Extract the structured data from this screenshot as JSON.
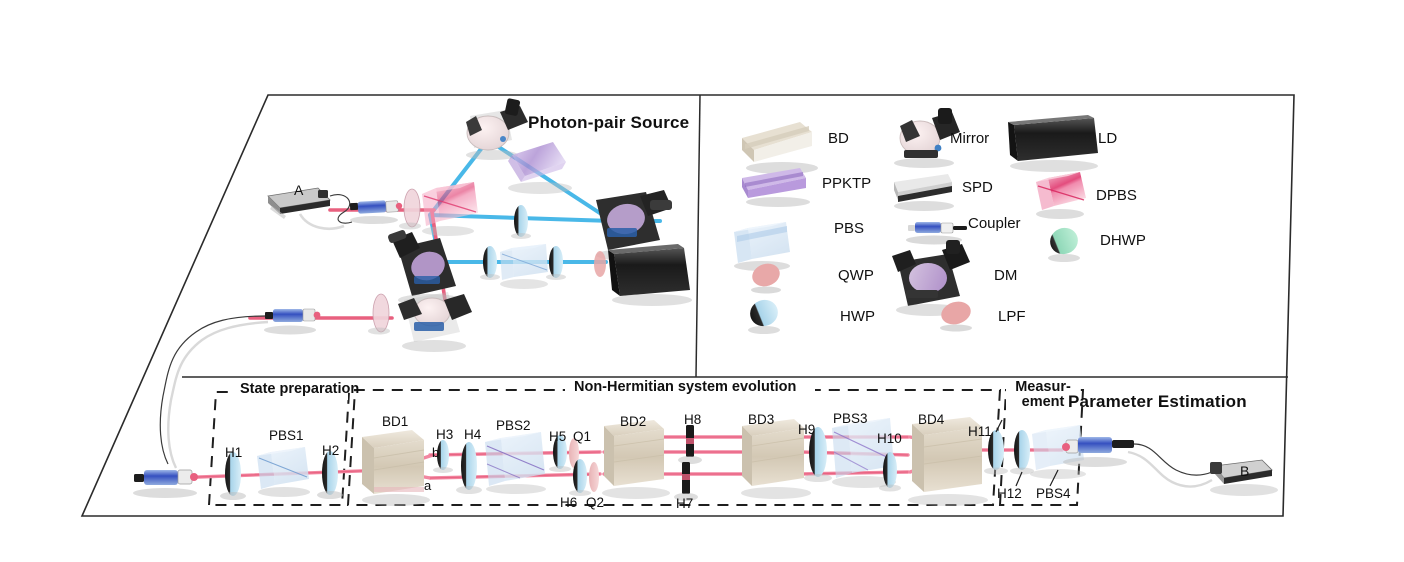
{
  "figure": {
    "kind": "optical-experiment-schematic",
    "panels": {
      "photon_source_title": "Photon-pair Source",
      "parameter_estimation_title": "Parameter Estimation"
    }
  },
  "legend": {
    "items": [
      {
        "label": "BD",
        "icon": "beam-displacer-icon"
      },
      {
        "label": "Mirror",
        "icon": "mirror-mount-icon"
      },
      {
        "label": "LD",
        "icon": "laser-diode-icon"
      },
      {
        "label": "PPKTP",
        "icon": "ppktp-crystal-icon"
      },
      {
        "label": "SPD",
        "icon": "single-photon-detector-icon"
      },
      {
        "label": "DPBS",
        "icon": "dual-pbs-icon"
      },
      {
        "label": "PBS",
        "icon": "pbs-cube-icon"
      },
      {
        "label": "Coupler",
        "icon": "fiber-coupler-icon"
      },
      {
        "label": "DHWP",
        "icon": "dual-half-wave-plate-icon"
      },
      {
        "label": "QWP",
        "icon": "quarter-wave-plate-icon"
      },
      {
        "label": "DM",
        "icon": "dichroic-mirror-icon"
      },
      {
        "label": "HWP",
        "icon": "half-wave-plate-icon"
      },
      {
        "label": "LPF",
        "icon": "long-pass-filter-icon"
      }
    ]
  },
  "source_panel": {
    "device_a": "A"
  },
  "bottom_panel": {
    "sections": [
      {
        "id": "state-preparation",
        "label": "State preparation"
      },
      {
        "id": "non-hermitian",
        "label": "Non-Hermitian system evolution"
      },
      {
        "id": "measurement",
        "label_line1": "Measur-",
        "label_line2": "ement"
      }
    ],
    "device_b": "B",
    "path_labels": [
      {
        "label": "b"
      },
      {
        "label": "a"
      }
    ],
    "components": [
      {
        "label": "H1",
        "type": "HWP"
      },
      {
        "label": "PBS1",
        "type": "PBS"
      },
      {
        "label": "H2",
        "type": "HWP"
      },
      {
        "label": "BD1",
        "type": "BD"
      },
      {
        "label": "H3",
        "type": "HWP"
      },
      {
        "label": "H4",
        "type": "HWP"
      },
      {
        "label": "PBS2",
        "type": "PBS"
      },
      {
        "label": "H5",
        "type": "HWP"
      },
      {
        "label": "Q1",
        "type": "QWP"
      },
      {
        "label": "H6",
        "type": "HWP"
      },
      {
        "label": "Q2",
        "type": "QWP"
      },
      {
        "label": "BD2",
        "type": "BD"
      },
      {
        "label": "H8",
        "type": "HWP"
      },
      {
        "label": "H7",
        "type": "HWP"
      },
      {
        "label": "BD3",
        "type": "BD"
      },
      {
        "label": "H9",
        "type": "HWP"
      },
      {
        "label": "PBS3",
        "type": "PBS"
      },
      {
        "label": "H10",
        "type": "HWP"
      },
      {
        "label": "BD4",
        "type": "BD"
      },
      {
        "label": "H11",
        "type": "HWP"
      },
      {
        "label": "H12",
        "type": "HWP"
      },
      {
        "label": "PBS4",
        "type": "PBS"
      }
    ]
  },
  "colors": {
    "frame_line": "#2b2b2b",
    "beam_red": "#e8607f",
    "beam_blue": "#49b8e8",
    "beam_pink": "#f090a8",
    "hwp_face": "#bfe0f2",
    "qwp_face": "#e9aeb0",
    "pbs_face": "#dce9f5",
    "bd_face": "#ded5c4",
    "ppktp_face": "#c4a8e0",
    "dpbs_face": "#e8547f",
    "dhwp_face": "#8fd8b8",
    "ld_body": "#2a2a2a",
    "mount_black": "#303030",
    "shadow": "#b9b9b9"
  }
}
